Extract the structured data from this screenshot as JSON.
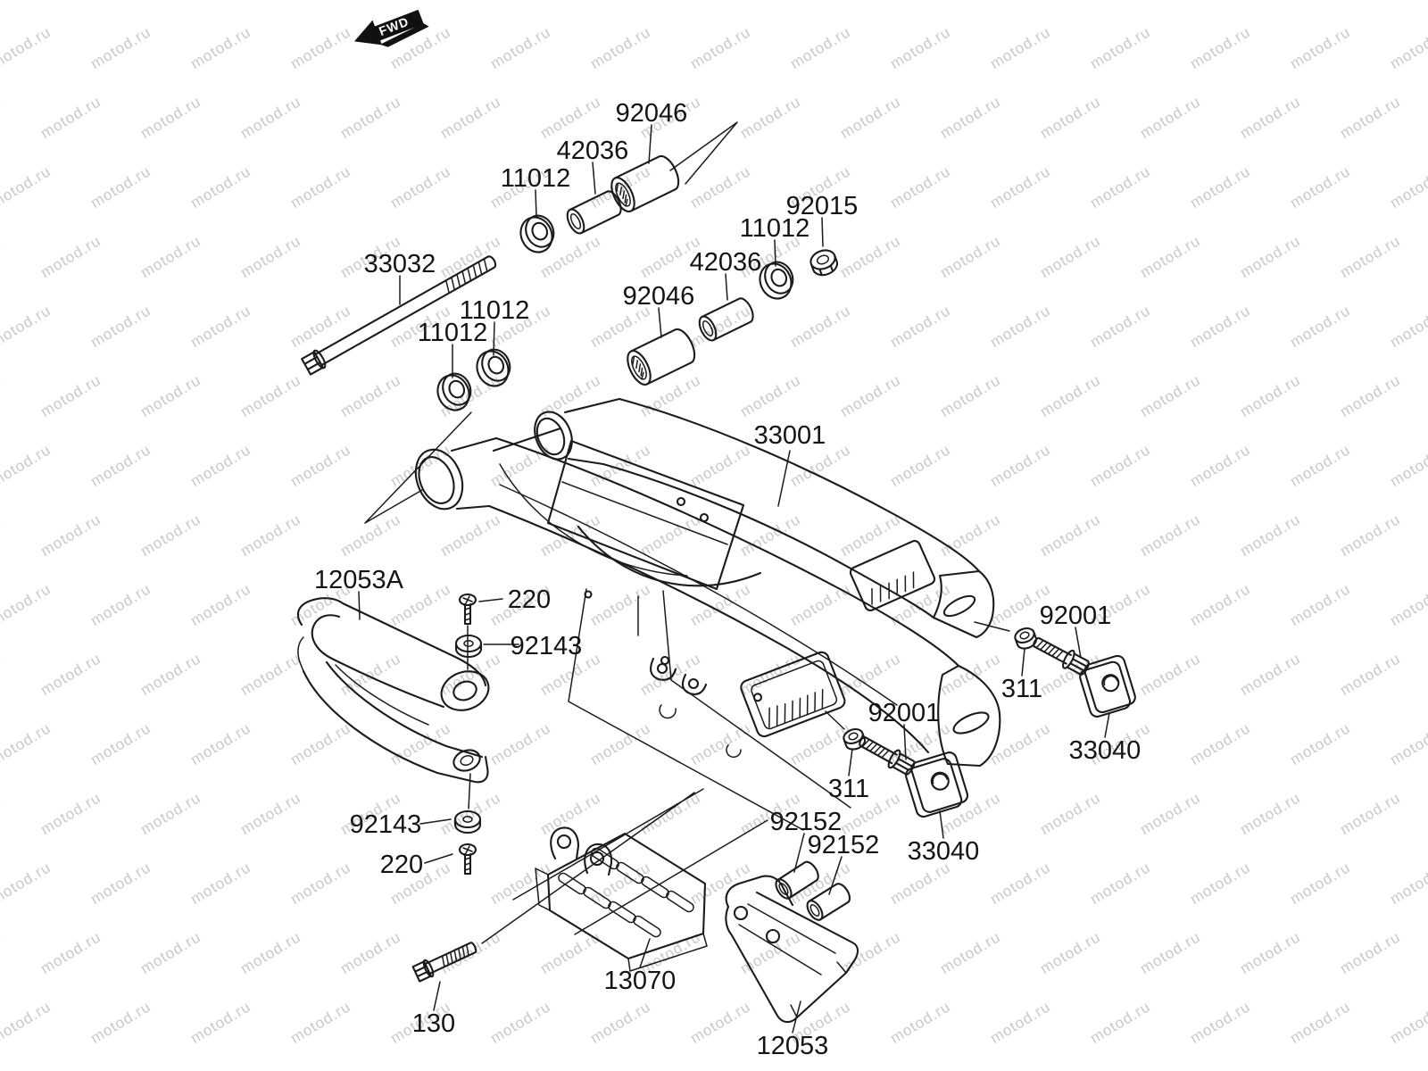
{
  "watermark": {
    "text": "motod.ru",
    "color": "#c9c9c9"
  },
  "fwd_arrow": {
    "text": "FWD"
  },
  "diagram": {
    "background": "#ffffff",
    "line_color": "#1b1b1b",
    "label_color": "#141414"
  },
  "labels": {
    "bearing_92046_top": {
      "text": "92046"
    },
    "collar_42036_top": {
      "text": "42036"
    },
    "seal_11012_top": {
      "text": "11012"
    },
    "nut_92015": {
      "text": "92015"
    },
    "seal_11012_right": {
      "text": "11012"
    },
    "collar_42036_right": {
      "text": "42036"
    },
    "bearing_92046_mid": {
      "text": "92046"
    },
    "shaft_33032": {
      "text": "33032"
    },
    "seal_11012_left_a": {
      "text": "11012"
    },
    "seal_11012_left_b": {
      "text": "11012"
    },
    "swingarm_33001": {
      "text": "33001"
    },
    "slider_12053a": {
      "text": "12053A"
    },
    "screw_220_top": {
      "text": "220"
    },
    "washer_92143_top": {
      "text": "92143"
    },
    "bolt_92001_right": {
      "text": "92001"
    },
    "nut_311_right": {
      "text": "311"
    },
    "block_33040_right": {
      "text": "33040"
    },
    "bolt_92001_mid": {
      "text": "92001"
    },
    "nut_311_mid": {
      "text": "311"
    },
    "block_33040_mid": {
      "text": "33040"
    },
    "collar_92152_a": {
      "text": "92152"
    },
    "collar_92152_b": {
      "text": "92152"
    },
    "washer_92143_bottom": {
      "text": "92143"
    },
    "screw_220_bottom": {
      "text": "220"
    },
    "guard_13070": {
      "text": "13070"
    },
    "bolt_130": {
      "text": "130"
    },
    "guide_12053": {
      "text": "12053"
    }
  }
}
